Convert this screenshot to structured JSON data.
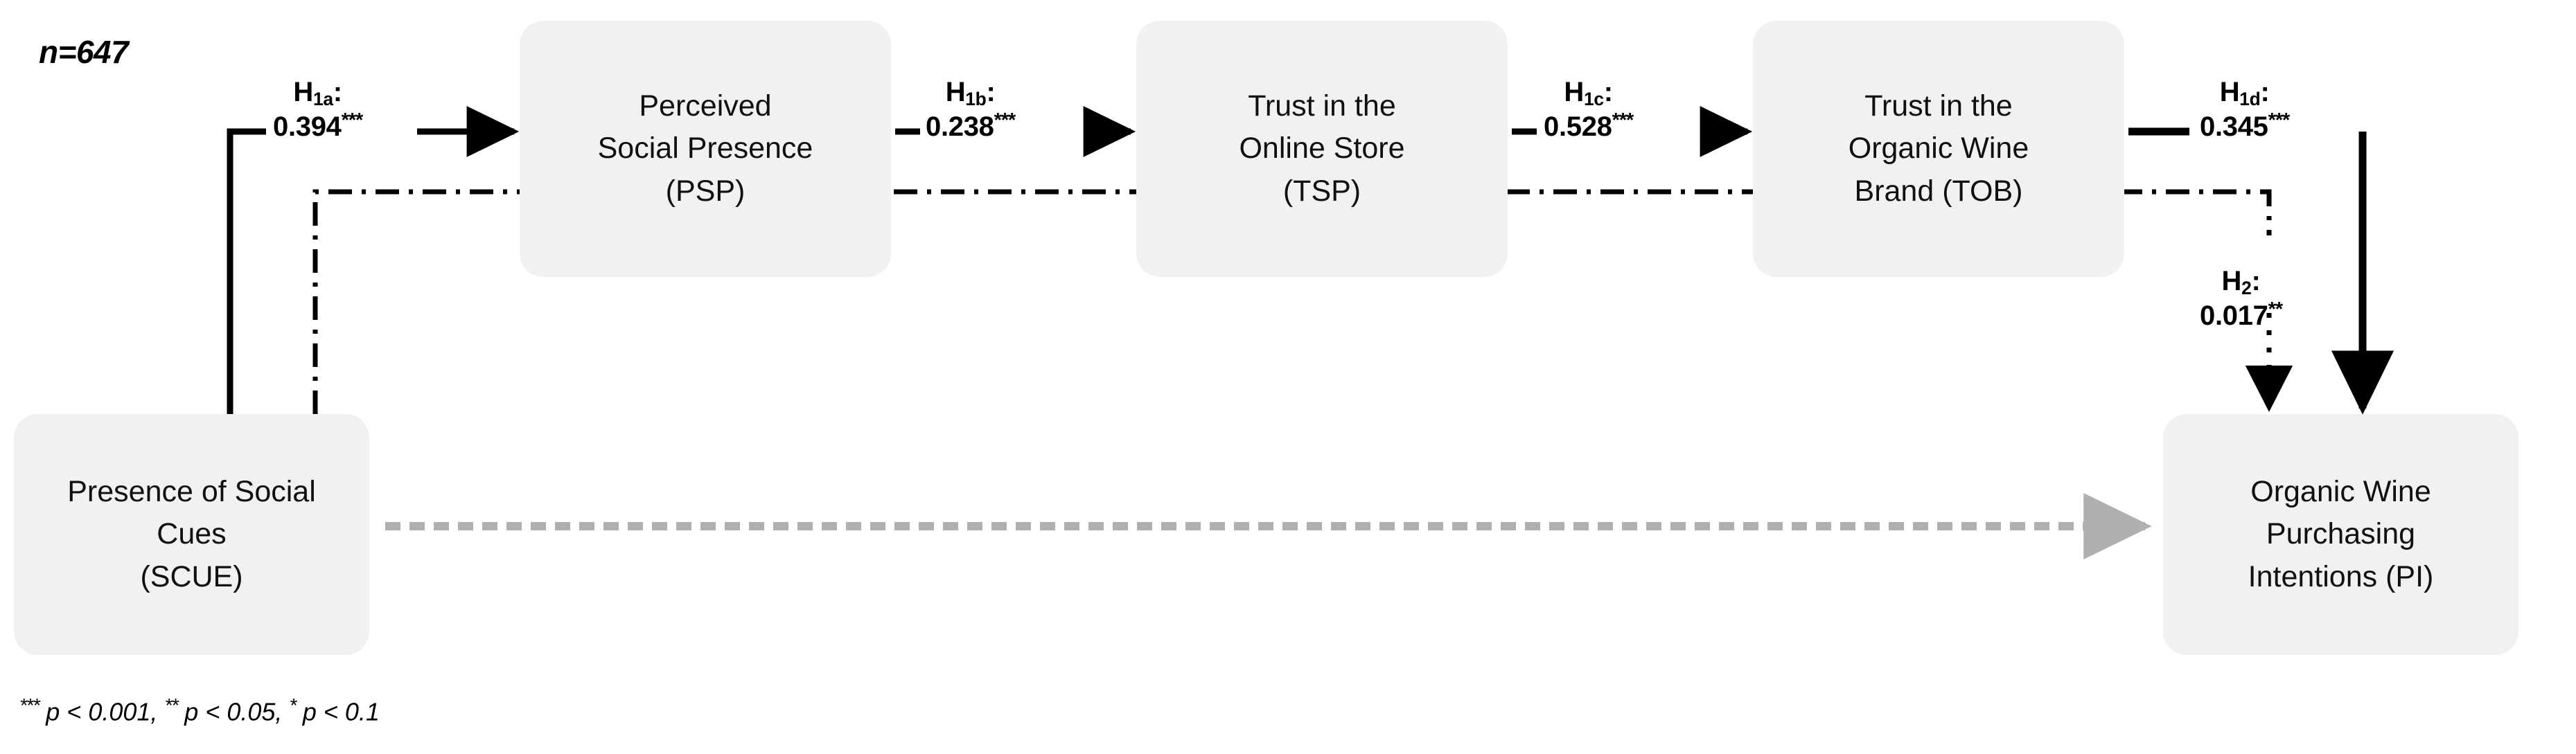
{
  "diagram": {
    "sample_size": "n=647",
    "footnote": {
      "s3": "***",
      "p3": " p < 0.001, ",
      "s2": "**",
      "p2": " p < 0.05, ",
      "s1": "*",
      "p1": " p < 0.1"
    },
    "nodes": [
      {
        "id": "psp",
        "label": "Perceived\nSocial Presence\n(PSP)"
      },
      {
        "id": "tsp",
        "label": "Trust in the\nOnline Store\n(TSP)"
      },
      {
        "id": "tob",
        "label": "Trust in the\nOrganic Wine\nBrand (TOB)"
      },
      {
        "id": "scue",
        "label": "Presence of Social\nCues\n(SCUE)"
      },
      {
        "id": "pi",
        "label": "Organic Wine\nPurchasing\nIntentions (PI)"
      }
    ],
    "paths": [
      {
        "id": "h1a",
        "hypothesis": "H",
        "sub": "1a",
        "colon": ":",
        "coefficient": "0.394",
        "stars": "***",
        "from": "SCUE",
        "to": "PSP",
        "style": "solid"
      },
      {
        "id": "h1b",
        "hypothesis": "H",
        "sub": "1b",
        "colon": ":",
        "coefficient": "0.238",
        "stars": "***",
        "from": "PSP",
        "to": "TSP",
        "style": "solid"
      },
      {
        "id": "h1c",
        "hypothesis": "H",
        "sub": "1c",
        "colon": ":",
        "coefficient": "0.528",
        "stars": "***",
        "from": "TSP",
        "to": "TOB",
        "style": "solid"
      },
      {
        "id": "h1d",
        "hypothesis": "H",
        "sub": "1d",
        "colon": ":",
        "coefficient": "0.345",
        "stars": "***",
        "from": "TOB",
        "to": "PI",
        "style": "solid"
      },
      {
        "id": "h2",
        "hypothesis": "H",
        "sub": "2",
        "colon": ":",
        "coefficient": "0.017",
        "stars": "**",
        "from": "SCUE",
        "to": "PI",
        "style": "dash-dot"
      },
      {
        "id": "direct",
        "hypothesis": "",
        "sub": "",
        "colon": "",
        "coefficient": "",
        "stars": "",
        "from": "SCUE",
        "to": "PI",
        "style": "gray-dashed"
      }
    ],
    "colors": {
      "node_fill": "#f1f1f1",
      "line": "#000000",
      "gray_line": "#b0b0b0",
      "text": "#000000"
    }
  }
}
